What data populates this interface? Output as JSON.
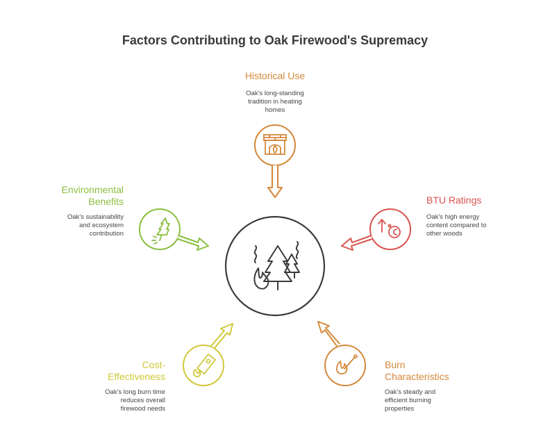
{
  "title": "Factors Contributing to Oak Firewood's Supremacy",
  "colors": {
    "historical": "#d4883a",
    "btu": "#d9534f",
    "burn": "#d4883a",
    "cost": "#cfc83a",
    "environmental": "#8bbf3f",
    "center": "#3a3a3a"
  },
  "nodes": {
    "historical": {
      "label": "Historical Use",
      "description": [
        "Oak's long-standing",
        "tradition in heating",
        "homes"
      ],
      "icon": "fireplace-icon"
    },
    "btu": {
      "label": "BTU Ratings",
      "description": [
        "Oak's high energy",
        "content compared to",
        "other woods"
      ],
      "icon": "temperature-icon"
    },
    "burn": {
      "label": [
        "Burn",
        "Characteristics"
      ],
      "description": [
        "Oak's steady and",
        "efficient burning",
        "properties"
      ],
      "icon": "burning-match-icon"
    },
    "cost": {
      "label": [
        "Cost-",
        "Effectiveness"
      ],
      "description": [
        "Oak's long burn time",
        "reduces overall",
        "firewood needs"
      ],
      "icon": "fire-extinguisher-icon"
    },
    "environmental": {
      "label": [
        "Environmental",
        "Benefits"
      ],
      "description": [
        "Oak's sustainability",
        "and ecosystem",
        "contribution"
      ],
      "icon": "tree-sprout-icon"
    },
    "center": {
      "icon": "forest-fire-icon"
    }
  }
}
